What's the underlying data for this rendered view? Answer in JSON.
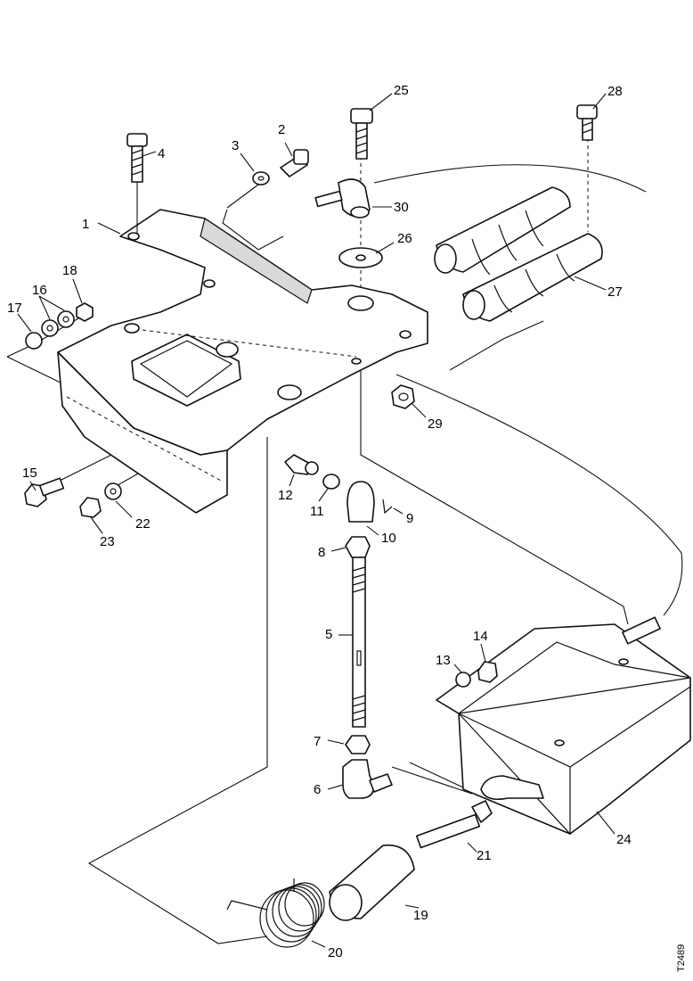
{
  "callouts": {
    "c1": "1",
    "c2": "2",
    "c3": "3",
    "c4": "4",
    "c5": "5",
    "c6": "6",
    "c7": "7",
    "c8": "8",
    "c9": "9",
    "c10": "10",
    "c11": "11",
    "c12": "12",
    "c13": "13",
    "c14": "14",
    "c15": "15",
    "c16": "16",
    "c17": "17",
    "c18": "18",
    "c19": "19",
    "c20": "20",
    "c21": "21",
    "c22": "22",
    "c23": "23",
    "c24": "24",
    "c25": "25",
    "c26": "26",
    "c27": "27",
    "c28": "28",
    "c29": "29",
    "c30": "30"
  },
  "figure_ref": "T2489"
}
